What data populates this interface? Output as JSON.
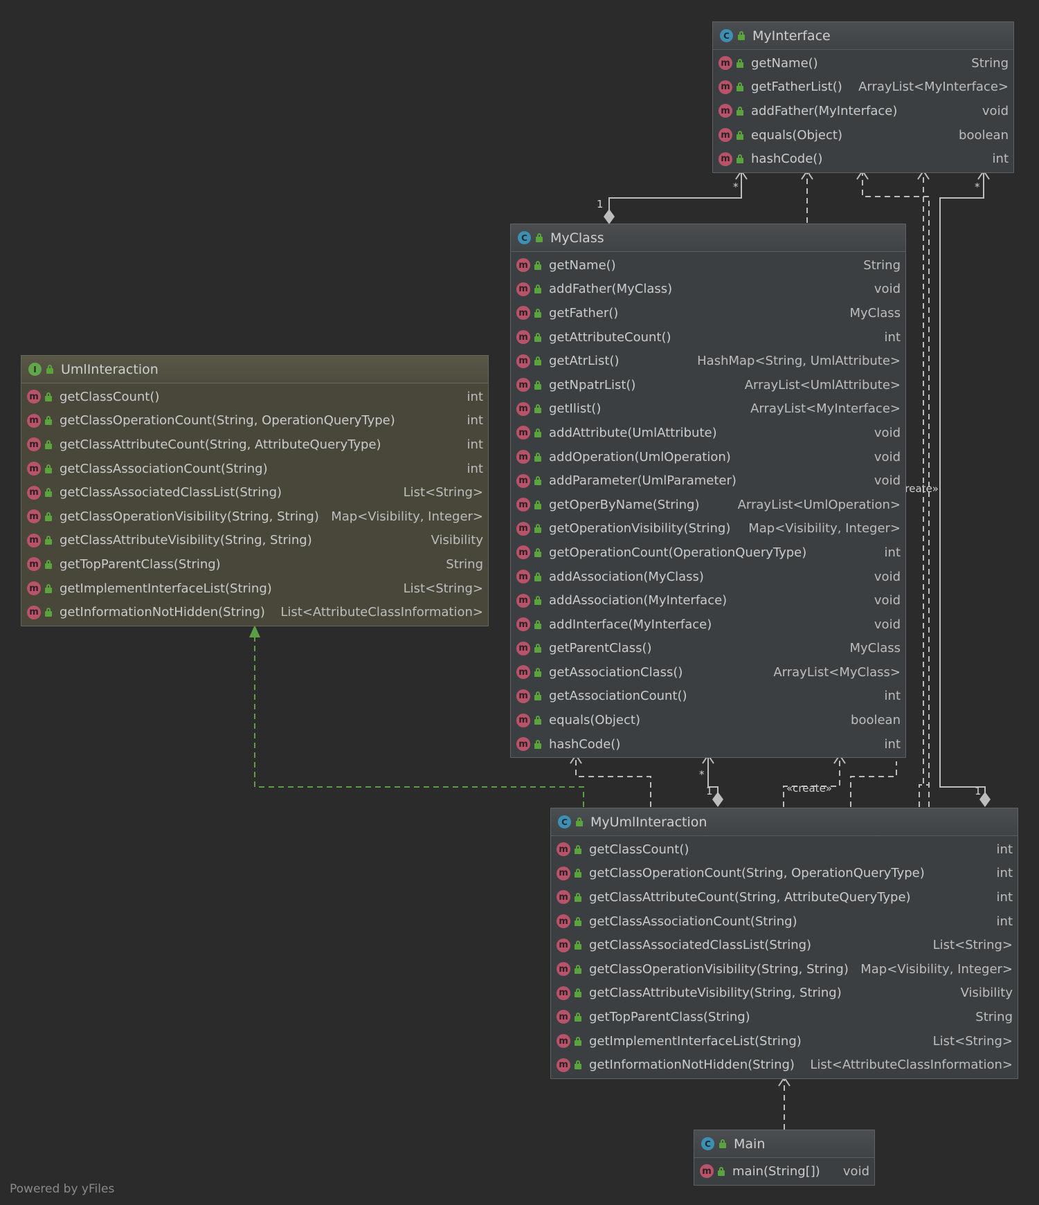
{
  "nodes": {
    "myinterface": {
      "title": "MyInterface",
      "kind": "class",
      "kind_letter": "C",
      "methods": [
        {
          "name": "getName()",
          "type": "String"
        },
        {
          "name": "getFatherList()",
          "type": "ArrayList<MyInterface>"
        },
        {
          "name": "addFather(MyInterface)",
          "type": "void"
        },
        {
          "name": "equals(Object)",
          "type": "boolean"
        },
        {
          "name": "hashCode()",
          "type": "int"
        }
      ]
    },
    "myclass": {
      "title": "MyClass",
      "kind": "class",
      "kind_letter": "C",
      "methods": [
        {
          "name": "getName()",
          "type": "String"
        },
        {
          "name": "addFather(MyClass)",
          "type": "void"
        },
        {
          "name": "getFather()",
          "type": "MyClass"
        },
        {
          "name": "getAttributeCount()",
          "type": "int"
        },
        {
          "name": "getAtrList()",
          "type": "HashMap<String, UmlAttribute>"
        },
        {
          "name": "getNpatrList()",
          "type": "ArrayList<UmlAttribute>"
        },
        {
          "name": "getIlist()",
          "type": "ArrayList<MyInterface>"
        },
        {
          "name": "addAttribute(UmlAttribute)",
          "type": "void"
        },
        {
          "name": "addOperation(UmlOperation)",
          "type": "void"
        },
        {
          "name": "addParameter(UmlParameter)",
          "type": "void"
        },
        {
          "name": "getOperByName(String)",
          "type": "ArrayList<UmlOperation>"
        },
        {
          "name": "getOperationVisibility(String)",
          "type": "Map<Visibility, Integer>"
        },
        {
          "name": "getOperationCount(OperationQueryType)",
          "type": "int"
        },
        {
          "name": "addAssociation(MyClass)",
          "type": "void"
        },
        {
          "name": "addAssociation(MyInterface)",
          "type": "void"
        },
        {
          "name": "addInterface(MyInterface)",
          "type": "void"
        },
        {
          "name": "getParentClass()",
          "type": "MyClass"
        },
        {
          "name": "getAssociationClass()",
          "type": "ArrayList<MyClass>"
        },
        {
          "name": "getAssociationCount()",
          "type": "int"
        },
        {
          "name": "equals(Object)",
          "type": "boolean"
        },
        {
          "name": "hashCode()",
          "type": "int"
        }
      ]
    },
    "umlinteraction": {
      "title": "UmlInteraction",
      "kind": "interface",
      "kind_letter": "I",
      "methods": [
        {
          "name": "getClassCount()",
          "type": "int"
        },
        {
          "name": "getClassOperationCount(String, OperationQueryType)",
          "type": "int"
        },
        {
          "name": "getClassAttributeCount(String, AttributeQueryType)",
          "type": "int"
        },
        {
          "name": "getClassAssociationCount(String)",
          "type": "int"
        },
        {
          "name": "getClassAssociatedClassList(String)",
          "type": "List<String>"
        },
        {
          "name": "getClassOperationVisibility(String, String)",
          "type": "Map<Visibility, Integer>"
        },
        {
          "name": "getClassAttributeVisibility(String, String)",
          "type": "Visibility"
        },
        {
          "name": "getTopParentClass(String)",
          "type": "String"
        },
        {
          "name": "getImplementInterfaceList(String)",
          "type": "List<String>"
        },
        {
          "name": "getInformationNotHidden(String)",
          "type": "List<AttributeClassInformation>"
        }
      ]
    },
    "myumlinteraction": {
      "title": "MyUmlInteraction",
      "kind": "class",
      "kind_letter": "C",
      "methods": [
        {
          "name": "getClassCount()",
          "type": "int"
        },
        {
          "name": "getClassOperationCount(String, OperationQueryType)",
          "type": "int"
        },
        {
          "name": "getClassAttributeCount(String, AttributeQueryType)",
          "type": "int"
        },
        {
          "name": "getClassAssociationCount(String)",
          "type": "int"
        },
        {
          "name": "getClassAssociatedClassList(String)",
          "type": "List<String>"
        },
        {
          "name": "getClassOperationVisibility(String, String)",
          "type": "Map<Visibility, Integer>"
        },
        {
          "name": "getClassAttributeVisibility(String, String)",
          "type": "Visibility"
        },
        {
          "name": "getTopParentClass(String)",
          "type": "String"
        },
        {
          "name": "getImplementInterfaceList(String)",
          "type": "List<String>"
        },
        {
          "name": "getInformationNotHidden(String)",
          "type": "List<AttributeClassInformation>"
        }
      ]
    },
    "main": {
      "title": "Main",
      "kind": "class",
      "kind_letter": "C",
      "methods": [
        {
          "name": "main(String[])",
          "type": "void"
        }
      ]
    }
  },
  "method_icon_letter": "m",
  "labels": {
    "mult_one_myclass": "1",
    "mult_star_myinterface_left": "*",
    "mult_star_myinterface_right": "*",
    "create_upper": "«create»",
    "mult_star_myclass": "*",
    "mult_one_mui_left": "1",
    "create_lower": "«create»",
    "mult_one_mui_right": "1"
  },
  "footer": "Powered by yFiles",
  "colors": {
    "background": "#2b2b2b",
    "edge": "#bdbdbd",
    "realization_edge": "#5c9e45",
    "class_icon": "#3d8fb3",
    "interface_icon": "#62a64b",
    "method_icon": "#b8536a"
  }
}
